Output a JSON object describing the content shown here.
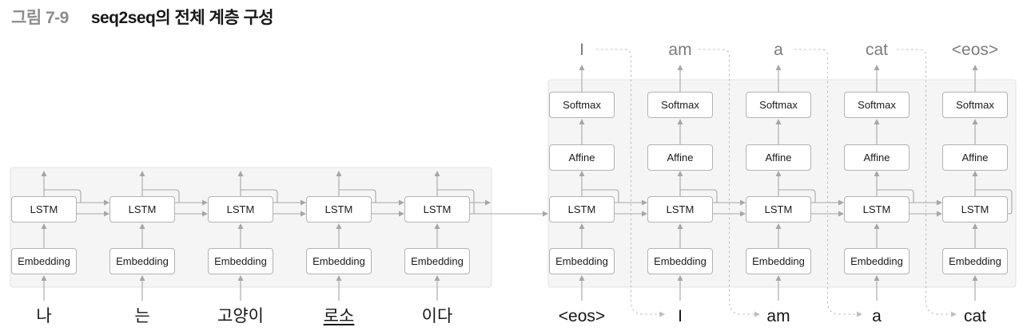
{
  "figure": {
    "number": "그림 7-9",
    "title": "seq2seq의 전체 계층 구성"
  },
  "layers": {
    "embedding": "Embedding",
    "lstm": "LSTM",
    "affine": "Affine",
    "softmax": "Softmax"
  },
  "encoder": {
    "inputs": [
      "나",
      "는",
      "고양이",
      "로소",
      "이다"
    ],
    "underlined_input": "로소"
  },
  "decoder": {
    "inputs": [
      "<eos>",
      "I",
      "am",
      "a",
      "cat"
    ],
    "outputs": [
      "I",
      "am",
      "a",
      "cat",
      "<eos>"
    ]
  },
  "colors": {
    "panel_fill": "#f5f5f6",
    "panel_border": "#e3e3e3",
    "solid_line": "#a6a6a6",
    "dashed_line": "#bfbfbf",
    "box_border": "#b3b3b3",
    "box_text": "#1a1a1a",
    "output_word_text": "#7d7d7d",
    "input_word_text": "#161616",
    "figure_number_text": "#8c8c8c"
  }
}
